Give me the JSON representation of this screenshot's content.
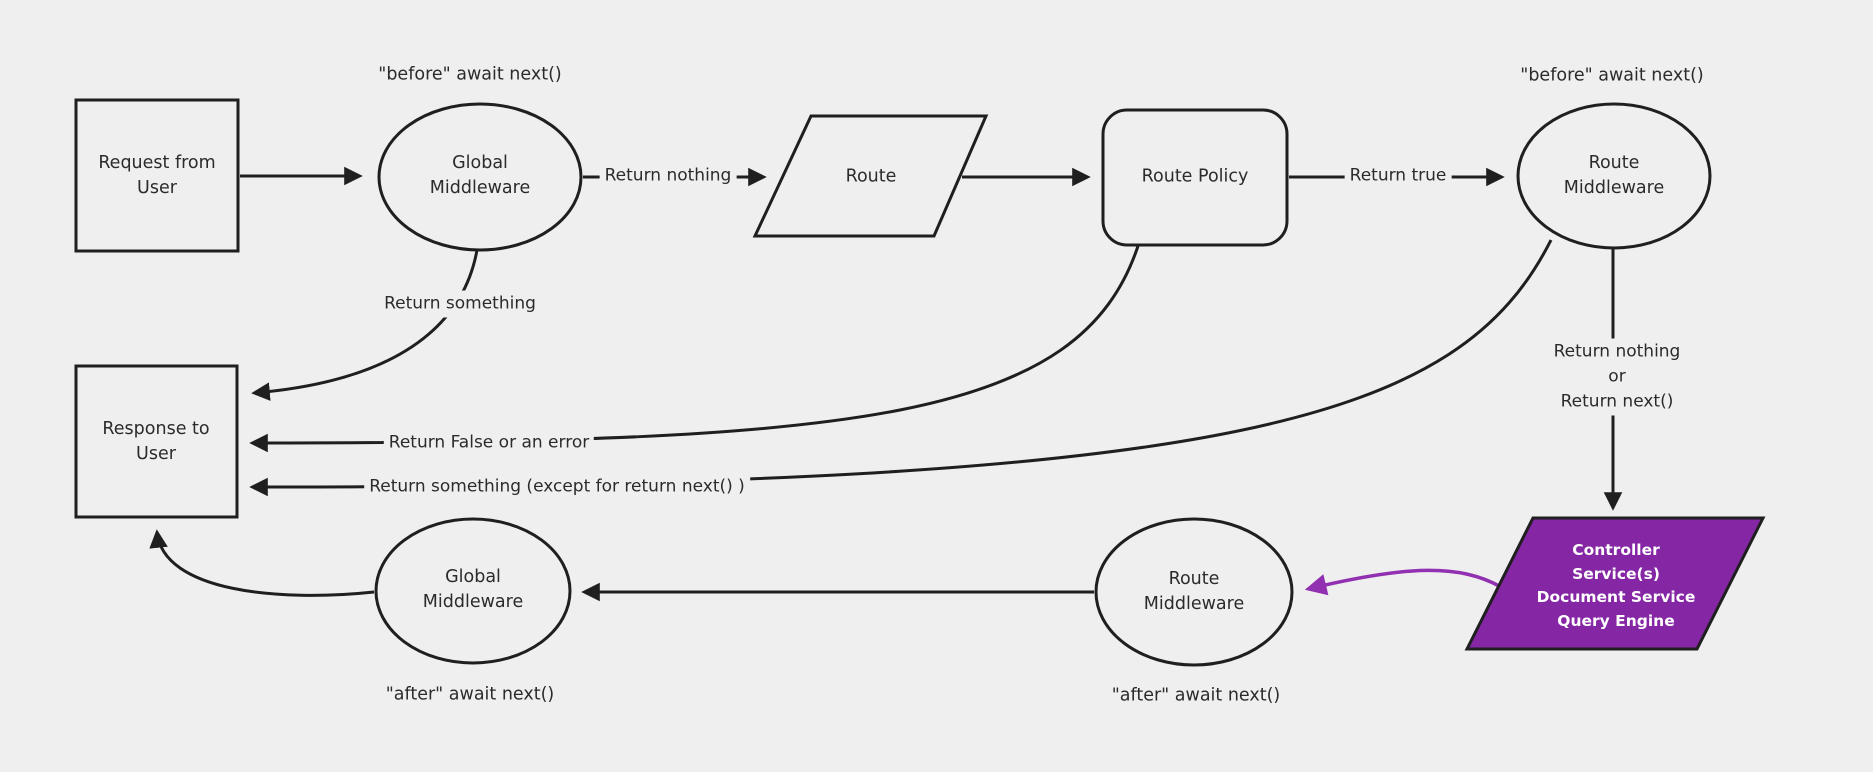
{
  "diagram": {
    "type": "flowchart",
    "nodes": {
      "request": {
        "label": "Request from\nUser",
        "shape": "rectangle"
      },
      "global_middleware_in": {
        "label": "Global\nMiddleware",
        "shape": "ellipse"
      },
      "route": {
        "label": "Route",
        "shape": "parallelogram"
      },
      "route_policy": {
        "label": "Route Policy",
        "shape": "rounded-rectangle"
      },
      "route_middleware_in": {
        "label": "Route\nMiddleware",
        "shape": "ellipse"
      },
      "response": {
        "label": "Response to\nUser",
        "shape": "rectangle"
      },
      "route_middleware_out": {
        "label": "Route\nMiddleware",
        "shape": "ellipse"
      },
      "global_middleware_out": {
        "label": "Global\nMiddleware",
        "shape": "ellipse"
      },
      "controller": {
        "label": "Controller\nService(s)\nDocument Service\nQuery Engine",
        "shape": "parallelogram"
      }
    },
    "edge_labels": {
      "return_nothing": "Return nothing",
      "return_true": "Return true",
      "return_something": "Return something",
      "return_false": "Return False or an error",
      "return_something_except": "Return something (except for return next() )",
      "return_nothing_or_next": "Return nothing\nor\nReturn next()"
    },
    "annotations": {
      "before_global": "\"before\" await next()",
      "before_route": "\"before\" await next()",
      "after_global": "\"after\" await next()",
      "after_route": "\"after\" await next()"
    },
    "colors": {
      "background": "#efefef",
      "node-fill": "#efefef",
      "label-bg": "#efefef",
      "stroke": "#1f1f1f",
      "text": "#2b2b2b",
      "purple-fill": "#8526a4",
      "purple-arrow": "#9130b0",
      "purple-text": "#ffffff"
    }
  }
}
